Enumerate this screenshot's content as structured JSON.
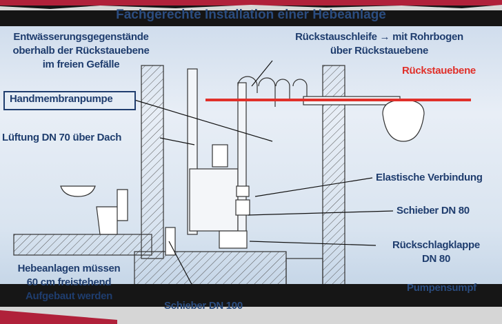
{
  "title": "Fachgerechte Installation einer Hebeanlage",
  "labels": {
    "entwaesserung": [
      "Entwässerungsgegenstände",
      "oberhalb der Rückstauebene",
      "im freien Gefälle"
    ],
    "rueckstauschleife": [
      "Rückstauschleife → mit Rohrbogen",
      "über Rückstauebene"
    ],
    "rueckstauebene": "Rückstauebene",
    "handmembranpumpe": "Handmembranpumpe",
    "lueftung": "Lüftung DN 70 über Dach",
    "elastische": "Elastische Verbindung",
    "schieber80": "Schieber DN 80",
    "rueckschlag": [
      "Rückschlagklappe",
      "DN 80"
    ],
    "hebeanlagen": [
      "Hebeanlagen müssen",
      "60 cm freistehend",
      "Aufgebaut werden"
    ],
    "schieber100": "Schieber DN 100",
    "pumpensumpf": "Pumpensumpf"
  },
  "colors": {
    "text": "#1f3d6e",
    "rueckstauebene": "#e0302a",
    "band": "#151515",
    "accent_red": "#b0213a"
  }
}
